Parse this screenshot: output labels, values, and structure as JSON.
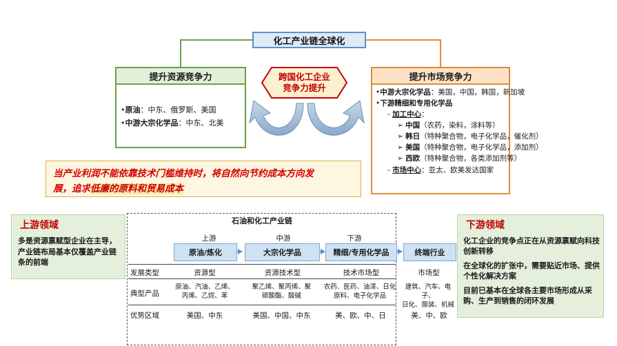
{
  "top_title": "化工产业链全球化",
  "left": {
    "header": "提升资源竞争力",
    "rows": [
      {
        "bold": "原油",
        "text": "：中东、俄罗斯、美国"
      },
      {
        "bold": "中游大宗化学品",
        "text": "：中东、北美"
      }
    ]
  },
  "center": {
    "line1": "跨国化工企业",
    "line2": "竞争力提升"
  },
  "right": {
    "header": "提升市场竞争力",
    "row1_bold": "中游大宗化学品",
    "row1_text": "：美国，中国，韩国，新加坡",
    "row2_bold": "下游精细和专用化学品",
    "processing_label": "加工中心",
    "processing_colon": "：",
    "countries": [
      {
        "name": "中国",
        "text": "（农药，染料，涂料等）"
      },
      {
        "name": "韩日",
        "text": "（特种聚合物，电子化学品，催化剂）"
      },
      {
        "name": "美国",
        "text": "（特种聚合物，电子化学品，添加剂）"
      },
      {
        "name": "西欧",
        "text": "（特种聚合物，各类添加剂等）"
      }
    ],
    "market_label": "市场中心",
    "market_text": "：亚太、欧美发达国家"
  },
  "note": {
    "line1": "当产业利润不能依靠技术门槛维持时，将自然向节约成本方向发",
    "line2_a": "展，追求",
    "line2_b": "低廉的原料和贸易成本"
  },
  "upstream": {
    "title": "上游领域",
    "text": "多是资源禀赋型企业在主导，产业链布局基本仅覆盖产业链条的前端"
  },
  "downstream": {
    "title": "下游领域",
    "p1": "化工企业的竞争点正在从资源禀赋向科技创新转移",
    "p2": "在全球化的扩张中，需要贴近市场、提供个性化解决方案",
    "p3": "目前已基本在全球各主要市场形成从采购、生产到销售的闭环发展"
  },
  "table": {
    "title": "石油和化工产业链",
    "stages": [
      "上游",
      "中游",
      "下游"
    ],
    "boxes": [
      "原油/炼化",
      "大宗化学品",
      "精细/专用化学品",
      "终端行业"
    ],
    "row_labels": [
      "发展类型",
      "典型产品",
      "优势区域"
    ],
    "dev_types": [
      "资源型",
      "资源技术型",
      "技术市场型",
      "市场型"
    ],
    "products": [
      [
        "原油、汽油、乙烯、",
        "丙烯、乙烷、苯"
      ],
      [
        "聚乙烯、聚丙烯、聚",
        "碳酸酯、酸碱"
      ],
      [
        "农药、医药、油漆、日化",
        "原料、电子化学品"
      ],
      [
        "建筑、汽车、电子、",
        "日化、服装、机械"
      ]
    ],
    "regions": [
      "美国、中东",
      "美国、中国、中东",
      "美、欧、中、日",
      "美、中、欧"
    ]
  },
  "colors": {
    "green_border": "#6aa04a",
    "orange_border": "#e08b35",
    "blue_border": "#5b8fd0",
    "red_text": "#c00000"
  }
}
